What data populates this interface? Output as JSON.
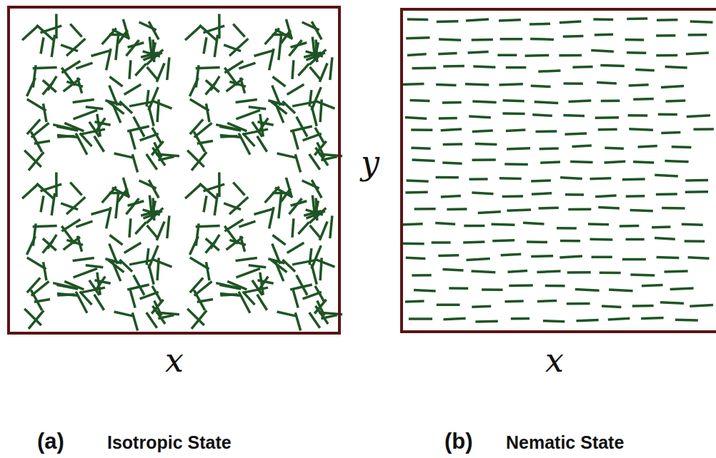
{
  "diagram": {
    "labels": [
      "y",
      "x",
      "x",
      "(a)",
      "Isotropic State",
      "(b)",
      "Nematic State"
    ]
  }
}
